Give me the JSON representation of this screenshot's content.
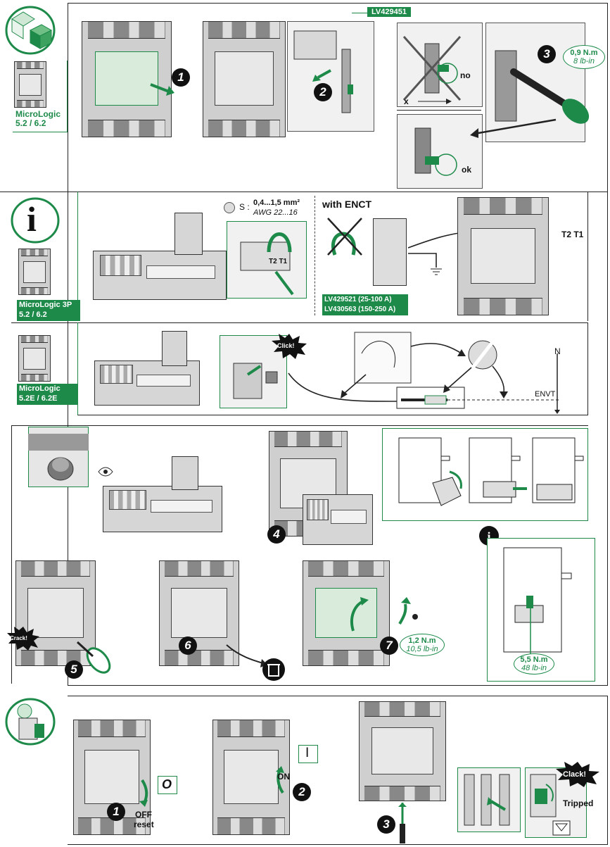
{
  "section1": {
    "module_label": "MicroLogic\n5.2 / 6.2",
    "step1": "1",
    "step2": "2",
    "step3": "3",
    "part_ref": "LV429451",
    "torque1_nm": "0,9 N.m",
    "torque1_lbin": "8 lb-in",
    "no_label": "no",
    "ok_label": "ok",
    "x_label": "x"
  },
  "section2": {
    "info_icon": "i",
    "module_label_line1": "MicroLogic 3P",
    "module_label_line2": "5.2 / 6.2",
    "wire_section_prefix": "S :",
    "wire_section_mm": "0,4...1,5 mm²",
    "wire_section_awg": "AWG 22...16",
    "terminal_label": "T2 T1",
    "encT_title": "with ENCT",
    "encT_ref1": "LV429521 (25-100 A)",
    "encT_ref2": "LV430563 (150-250 A)",
    "breaker_terminal_label": "T2 T1"
  },
  "section3": {
    "module_label_line1": "MicroLogic",
    "module_label_line2": "5.2E / 6.2E",
    "click_label": "Click!",
    "n_label": "N",
    "envt_label": "ENVT"
  },
  "section4": {
    "step4": "4",
    "step5": "5",
    "step6": "6",
    "step7": "7",
    "crack_label": "Crack!",
    "torque2_nm": "1,2 N.m",
    "torque2_lbin": "10,5 lb-in",
    "torque3_nm": "5,5 N.m",
    "torque3_lbin": "48 lb-in",
    "info_icon": "i"
  },
  "section5": {
    "step1": "1",
    "step2": "2",
    "step3": "3",
    "off_symbol": "O",
    "off_label": "OFF",
    "reset_label": "reset",
    "on_symbol": "I",
    "on_label": "ON",
    "clack_label": "Clack!",
    "tripped_label": "Tripped"
  },
  "icons": {
    "colors": {
      "accent": "#1d8a4a",
      "frame": "#222222",
      "grey": "#cfcfcf"
    }
  }
}
